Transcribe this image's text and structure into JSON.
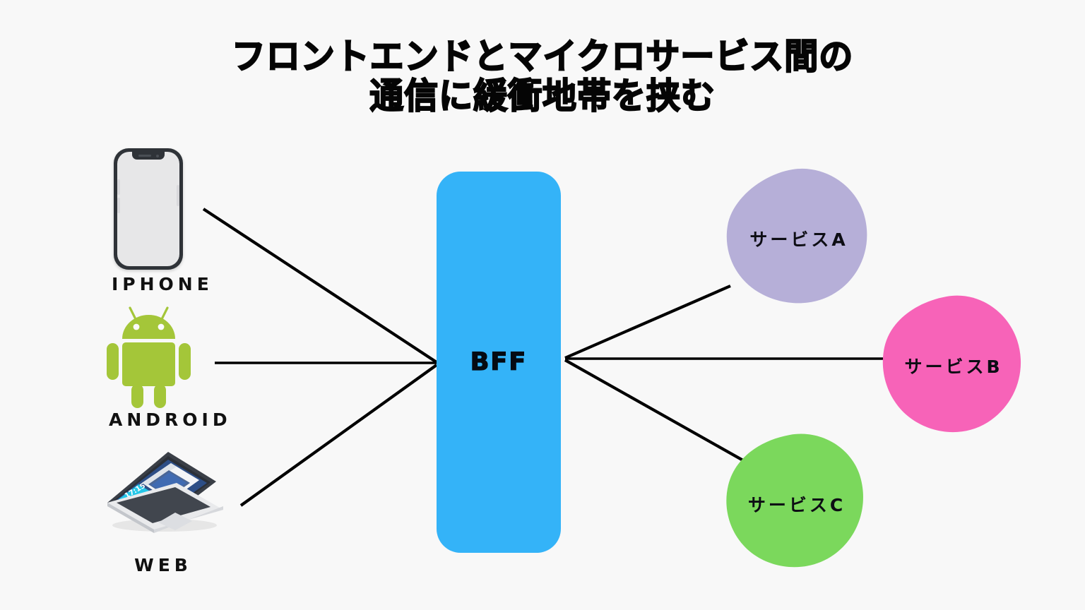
{
  "page": {
    "background_color": "#f8f8f8",
    "title_lines": [
      "フロントエンドとマイクロサービス間の",
      "通信に緩衝地帯を挟む"
    ]
  },
  "clients": [
    {
      "id": "iphone",
      "label": "IPHONE",
      "icon": "iphone-icon"
    },
    {
      "id": "android",
      "label": "ANDROID",
      "icon": "android-robot-icon"
    },
    {
      "id": "web",
      "label": "WEB",
      "icon": "laptop-icon"
    }
  ],
  "gateway": {
    "label": "BFF",
    "color": "#34b3f8",
    "text_color": "#050a12"
  },
  "services": [
    {
      "id": "service-a",
      "label": "サービスA",
      "color": "#b6afd8"
    },
    {
      "id": "service-b",
      "label": "サービスB",
      "color": "#f763b8"
    },
    {
      "id": "service-c",
      "label": "サービスC",
      "color": "#7bd85c"
    }
  ],
  "laptop_screen": {
    "clock": "17:15",
    "desktop_color": "#2d4e86",
    "accent_color": "#25c7e8"
  },
  "connectors": {
    "color": "#000000",
    "width": 4
  }
}
